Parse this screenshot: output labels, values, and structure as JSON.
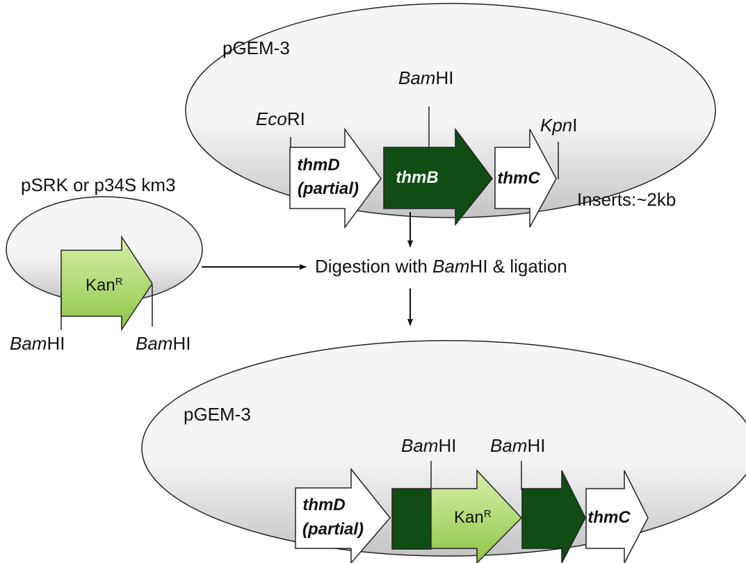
{
  "colors": {
    "plasmid_light": "#f5f5f5",
    "plasmid_dark": "#c4c4c4",
    "thmB": "#0f4d14",
    "kan_light": "#d8f0a8",
    "kan_dark": "#8ec447",
    "outline": "#222222"
  },
  "top_plasmid": {
    "name": "pGEM-3",
    "sites": {
      "ecori_prefix": "Eco",
      "ecori_suffix": "RI",
      "bamhi_prefix": "Bam",
      "bamhi_suffix": "HI",
      "kpni_prefix": "Kpn",
      "kpni_suffix": "I"
    },
    "genes": {
      "thmD_line1": "thmD",
      "thmD_line2": "(partial)",
      "thmB": "thmB",
      "thmC": "thmC"
    },
    "inserts": "Inserts:~2kb"
  },
  "kan_plasmid": {
    "name": "pSRK or p34S km3",
    "kan_label": "Kan",
    "kan_sup": "R",
    "left_site_prefix": "Bam",
    "left_site_suffix": "HI",
    "right_site_prefix": "Bam",
    "right_site_suffix": "HI"
  },
  "process": {
    "text_before": "Digestion with ",
    "text_italic": "Bam",
    "text_after": "HI & ligation"
  },
  "bottom_plasmid": {
    "name": "pGEM-3",
    "site1_prefix": "Bam",
    "site1_suffix": "HI",
    "site2_prefix": "Bam",
    "site2_suffix": "HI",
    "thmD_line1": "thmD",
    "thmD_line2": "(partial)",
    "kan_label": "Kan",
    "kan_sup": "R",
    "thmC": "thmC"
  }
}
